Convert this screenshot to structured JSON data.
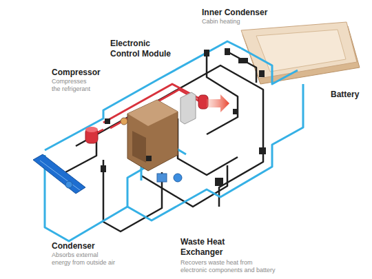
{
  "diagram": {
    "labels": [
      "Inner Condenser",
      "Cabin heating",
      "Electronic Control Module",
      "Compressor",
      "Compresses the refrigerant",
      "Battery",
      "Condenser",
      "Absorbs external energy from outside air",
      "Waste Heat Exchanger",
      "Recovers waste heat from electronic components and battery"
    ]
  }
}
